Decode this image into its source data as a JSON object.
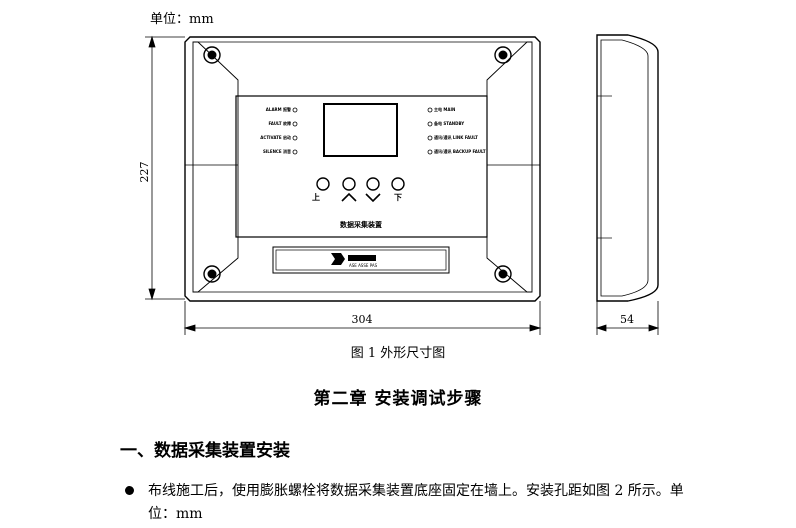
{
  "unit_label": "单位：mm",
  "figure": {
    "height_dim": "227",
    "width_dim": "304",
    "depth_dim": "54",
    "panel_title": "数据采集装置",
    "brand": "ASE ASSE PAS",
    "left_indicators": [
      "ALARM 报警",
      "FAULT 故障",
      "ACTIVATE 启动",
      "SILENCE 消音"
    ],
    "right_indicators": [
      "主电 MAIN",
      "备电 STANDBY",
      "通讯/通讯 LINK FAULT",
      "通讯/通讯 BACKUP FAULT"
    ],
    "button_labels": [
      "上",
      "下"
    ],
    "caption": "图 1  外形尺寸图"
  },
  "chapter_title": "第二章    安装调试步骤",
  "section_title": "一、数据采集装置安装",
  "bullet_text": "布线施工后，使用膨胀螺栓将数据采集装置底座固定在墙上。安装孔距如图 2 所示。单位：mm"
}
